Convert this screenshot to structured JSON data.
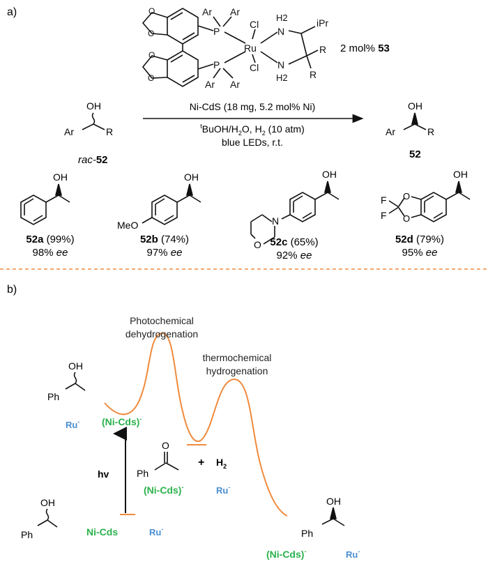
{
  "panel_a": {
    "label": "a)",
    "catalyst": {
      "ar_tl": "Ar",
      "ar_tr": "Ar",
      "ar_bl": "Ar",
      "ar_br": "Ar",
      "p1": "P",
      "p2": "P",
      "ru": "Ru",
      "cl1": "Cl",
      "cl2": "Cl",
      "n1": "N",
      "n2": "N",
      "h2_top": "H2",
      "h2_bot": "H2",
      "ipr": "iPr",
      "r1": "R",
      "r2": "R"
    },
    "catalyst_loading": "2 mol% ",
    "catalyst_number": "53",
    "reactant": {
      "oh": "OH",
      "ar": "Ar",
      "r": "R",
      "label_prefix": "rac-",
      "label_number": "52"
    },
    "conditions": {
      "line1": "Ni-CdS (18 mg, 5.2 mol% Ni)",
      "line2_t": "t",
      "line2_a": "BuOH/H",
      "line2_sub": "2",
      "line2_b": "O, H",
      "line2_sub2": "2",
      "line2_c": " (10 atm)",
      "line3": "blue LEDs, r.t."
    },
    "product": {
      "oh": "OH",
      "ar": "Ar",
      "r": "R",
      "label": "52"
    },
    "examples": [
      {
        "id": "52a",
        "yield": " (99%)",
        "ee": "98% ",
        "ee_unit": "ee",
        "oh": "OH"
      },
      {
        "id": "52b",
        "yield": " (74%)",
        "ee": "97% ",
        "ee_unit": "ee",
        "oh": "OH",
        "sub": "MeO"
      },
      {
        "id": "52c",
        "yield": " (65%)",
        "ee": "92% ",
        "ee_unit": "ee",
        "oh": "OH",
        "n": "N",
        "o": "O"
      },
      {
        "id": "52d",
        "yield": " (79%)",
        "ee": "95% ",
        "ee_unit": "ee",
        "oh": "OH",
        "f1": "F",
        "f2": "F",
        "o1": "O",
        "o2": "O"
      }
    ]
  },
  "panel_b": {
    "label": "b)",
    "photo_line1": "Photochemical",
    "photo_line2": "dehydrogenation",
    "thermo_line1": "thermochemical",
    "thermo_line2": "hydrogenation",
    "hv": "hv",
    "plus": "+",
    "h2": "H",
    "h2_sub": "2",
    "start": {
      "oh": "OH",
      "ph": "Ph",
      "cat": "Ni-Cds",
      "ru": "Ru"
    },
    "excited": {
      "oh": "OH",
      "ph": "Ph",
      "cat": "(Ni-Cds)",
      "ru": "Ru"
    },
    "intermediate": {
      "o": "O",
      "ph": "Ph",
      "cat": "(Ni-Cds)",
      "ru": "Ru"
    },
    "final": {
      "oh": "OH",
      "ph": "Ph",
      "cat": "(Ni-Cds)",
      "ru": "Ru"
    },
    "colors": {
      "curve": "#f08a3c",
      "green": "#2bb24c",
      "blue": "#4b8fd1",
      "divider": "#f08a3c"
    }
  }
}
